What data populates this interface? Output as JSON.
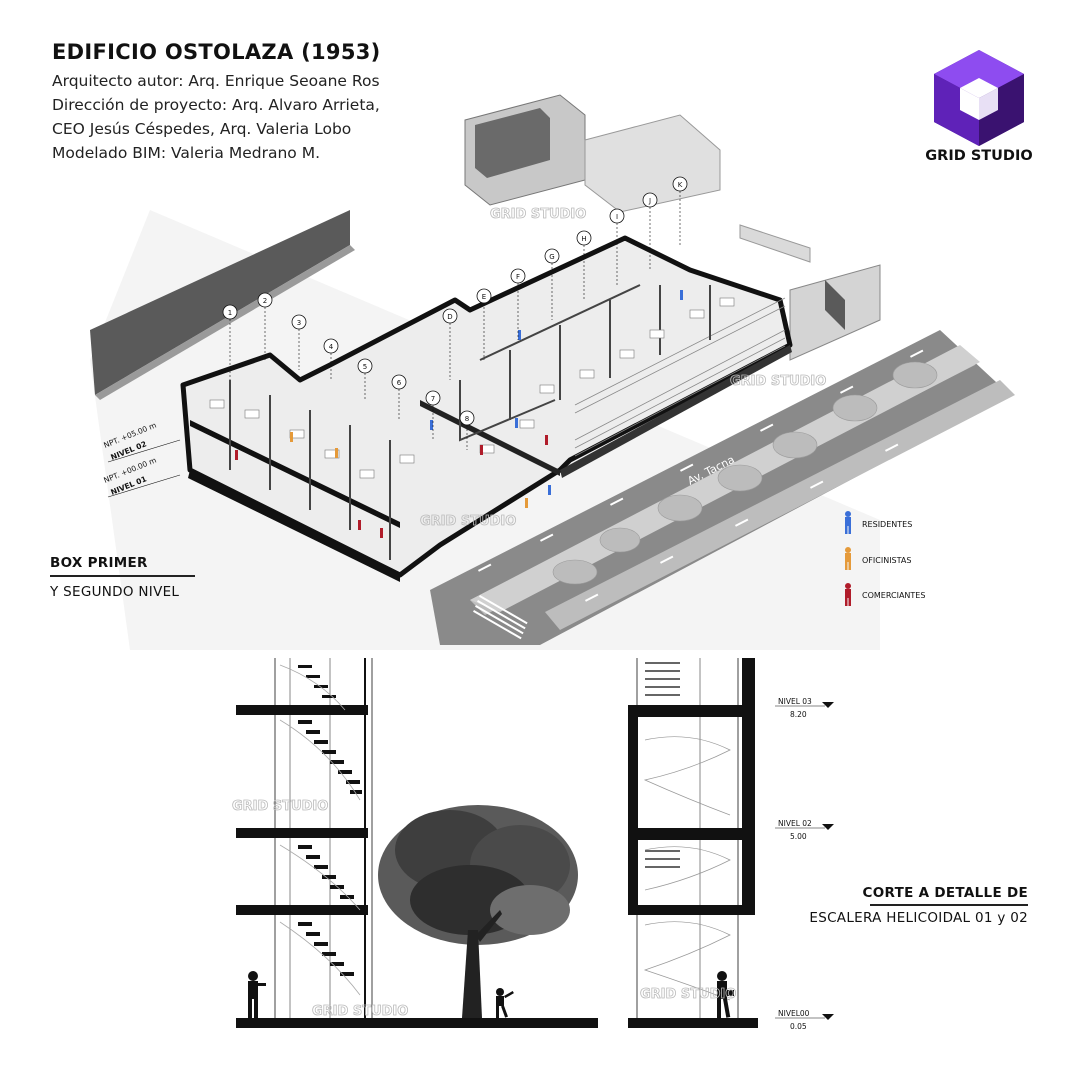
{
  "header": {
    "title": "EDIFICIO OSTOLAZA (1953)",
    "credits": [
      "Arquitecto autor: Arq. Enrique Seoane Ros",
      "Dirección de proyecto: Arq. Alvaro Arrieta,",
      "CEO Jesús Céspedes, Arq. Valeria Lobo",
      "Modelado BIM: Valeria Medrano M."
    ]
  },
  "brand": {
    "name": "GRID STUDIO",
    "watermark": "GRID STUDIO",
    "colors": {
      "logo_dark": "#4a1a8c",
      "logo_mid": "#6a2ad0",
      "logo_light": "#8e4cf0"
    }
  },
  "axonometric": {
    "grid_labels": [
      "1",
      "2",
      "3",
      "4",
      "5",
      "6",
      "7",
      "8",
      "D",
      "E",
      "F",
      "G",
      "H",
      "I",
      "J",
      "K"
    ],
    "street_label": "Av. Tacna",
    "levels": [
      {
        "npt": "NPT. +05.00 m",
        "name": "NIVEL 02"
      },
      {
        "npt": "NPT. +00.00 m",
        "name": "NIVEL 01"
      }
    ]
  },
  "legend": {
    "items": [
      {
        "label": "RESIDENTES",
        "color": "#3a6fd8"
      },
      {
        "label": "OFICINISTAS",
        "color": "#e59a3a"
      },
      {
        "label": "COMERCIANTES",
        "color": "#b01c2a"
      }
    ]
  },
  "section_box": {
    "title": "BOX PRIMER",
    "subtitle": "Y SEGUNDO NIVEL"
  },
  "section_stair": {
    "title": "CORTE A DETALLE DE",
    "subtitle": "ESCALERA HELICOIDAL 01 y 02",
    "levels": [
      {
        "name": "NIVEL 03",
        "value": "8.20"
      },
      {
        "name": "NIVEL 02",
        "value": "5.00"
      },
      {
        "name": "NIVEL00",
        "value": "0.05"
      }
    ]
  }
}
